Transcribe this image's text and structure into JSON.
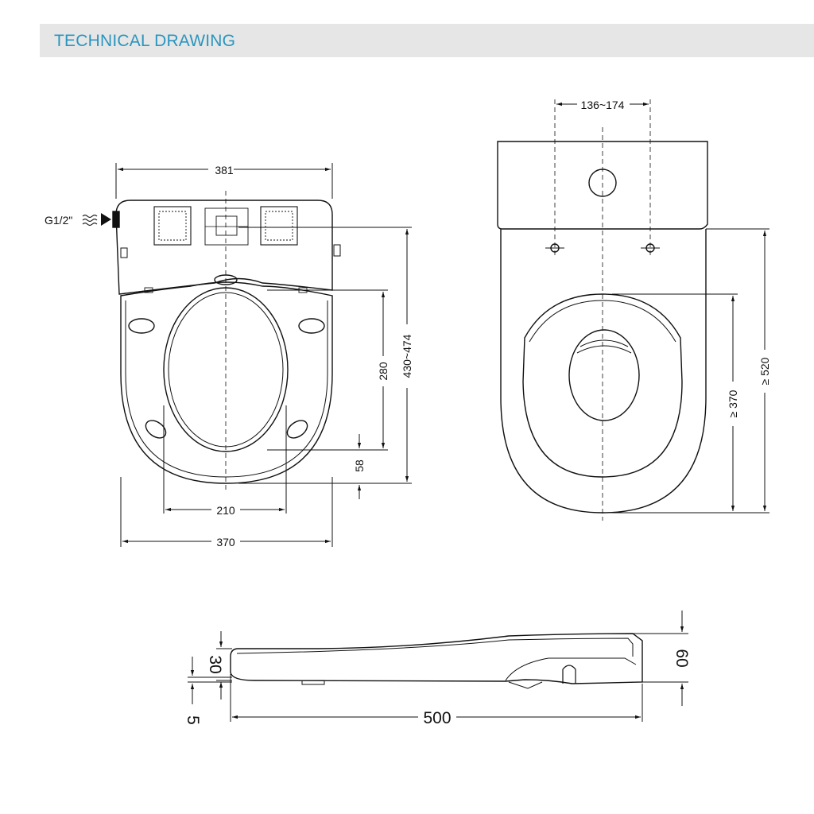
{
  "header": {
    "title": "TECHNICAL DRAWING"
  },
  "inlet": {
    "label": "G1/2\""
  },
  "top_view": {
    "width_top": "381",
    "width_bottom": "370",
    "seat_opening_width": "210",
    "seat_opening_length": "280",
    "overall_length": "430~474",
    "front_offset": "58"
  },
  "bowl_view": {
    "hole_spacing": "136~174",
    "bowl_depth": "≥ 370",
    "total_depth": "≥ 520"
  },
  "side_view": {
    "length": "500",
    "seat_height": "30",
    "height": "60",
    "gap": "5"
  },
  "colors": {
    "title": "#2a95bf",
    "header_bg": "#e6e6e6",
    "line": "#111111"
  }
}
